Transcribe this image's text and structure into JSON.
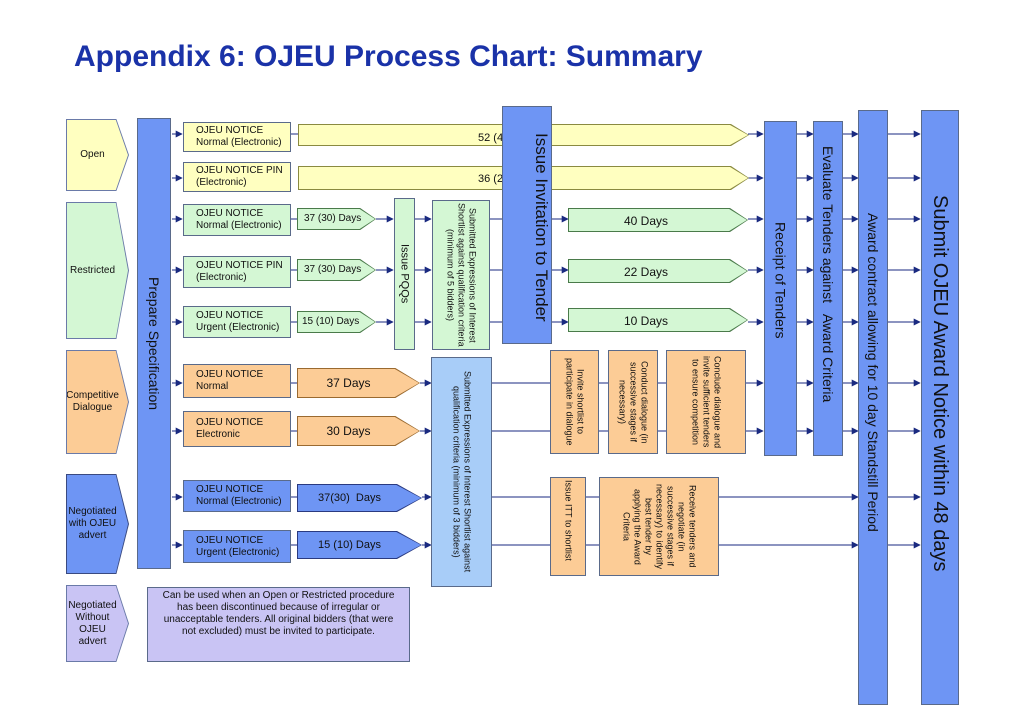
{
  "title": "Appendix 6: OJEU Process Chart: Summary",
  "categories": {
    "open": "Open",
    "restricted": "Restricted",
    "competitive": "Competitive Dialogue",
    "negotiated": "Negotiated with OJEU advert",
    "negotiated_without": "Negotiated Without OJEU advert"
  },
  "notices": {
    "open_normal": "OJEU NOTICE Normal (Electronic)",
    "open_pin": "OJEU NOTICE PIN (Electronic)",
    "res_normal": "OJEU NOTICE Normal (Electronic)",
    "res_pin": "OJEU NOTICE PIN (Electronic)",
    "res_urgent": "OJEU NOTICE Urgent (Electronic)",
    "cd_normal": "OJEU NOTICE Normal",
    "cd_electronic": "OJEU NOTICE Electronic",
    "neg_normal": "OJEU NOTICE Normal (Electronic)",
    "neg_urgent": "OJEU NOTICE Urgent (Electronic)"
  },
  "durations": {
    "open_normal": "52 (45) Days",
    "open_pin": "36 (29) Days",
    "res_normal_a": "37 (30) Days",
    "res_pin_a": "37 (30) Days",
    "res_urgent_a": "15 (10) Days",
    "res_normal_b": "40 Days",
    "res_pin_b": "22 Days",
    "res_urgent_b": "10 Days",
    "cd_normal": "37 Days",
    "cd_electronic": "30 Days",
    "neg_normal": "37(30)  Days",
    "neg_urgent": "15 (10) Days"
  },
  "stages": {
    "prepare_spec": "Prepare Specification",
    "issue_pqqs": "Issue PQQs",
    "submitted_restricted": "Submitted Expressions of Interest Shortlist against qualification criteria (minimum of 5 bidders)",
    "issue_invitation": "Issue Invitation to Tender",
    "submitted_cd_neg": "Submitted Expressions of Interest Shortlist against qualification criteria (minimum of 3 bidders)",
    "invite_shortlist": "Invite shortlist to participate in dialogue",
    "conduct_dialogue": "Conduct dialogue (in successive stages if necessary)",
    "conclude_dialogue": "Conclude dialogue and invite sufficient tenders to ensure competition",
    "issue_itt": "Issue ITT to shortlist",
    "receive_tenders": "Receive tenders and negotiate (in successive stages if necessary) to identify best tender by applying the Award Criteria",
    "receipt_tenders": "Receipt of Tenders",
    "evaluate_tenders": "Evaluate Tenders against   Award Criteria",
    "award_contract": "Award contract allowing for 10 day Standstill Period",
    "submit_award": "Submit OJEU Award Notice within 48 days"
  },
  "note": "Can be used when an Open or Restricted procedure  has been discontinued because of irregular or unacceptable tenders. All original bidders (that were not excluded) must be invited to participate."
}
